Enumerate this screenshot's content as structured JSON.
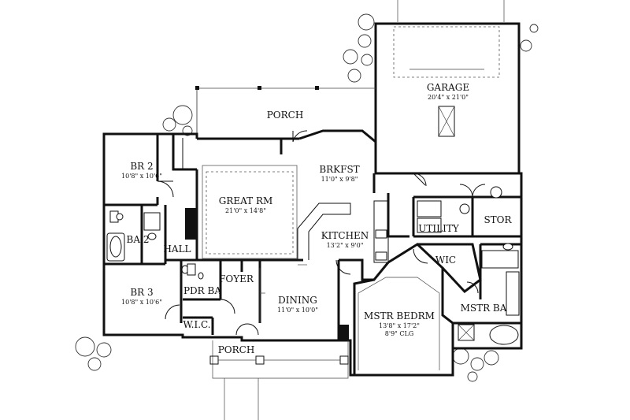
{
  "rooms": {
    "garage": {
      "name": "GARAGE",
      "dim": "20'4\" x 21'0\""
    },
    "porch_rear": {
      "name": "PORCH"
    },
    "br2": {
      "name": "BR 2",
      "dim": "10'8\" x 10'6\""
    },
    "great_rm": {
      "name": "GREAT RM",
      "dim": "21'0\" x 14'8\""
    },
    "brkfst": {
      "name": "BRKFST",
      "dim": "11'0\" x 9'8\""
    },
    "kitchen": {
      "name": "KITCHEN",
      "dim": "13'2\" x 9'0\""
    },
    "utility": {
      "name": "UTILITY"
    },
    "stor": {
      "name": "STOR"
    },
    "ba2": {
      "name": "BA 2"
    },
    "hall": {
      "name": "HALL"
    },
    "wic": {
      "name": "WIC"
    },
    "foyer": {
      "name": "FOYER"
    },
    "br3": {
      "name": "BR 3",
      "dim": "10'8\" x 10'6\""
    },
    "pdr_ba": {
      "name": "PDR BA"
    },
    "dining": {
      "name": "DINING",
      "dim": "11'0\" x 10'0\""
    },
    "mstr_bedrm": {
      "name": "MSTR BEDRM",
      "dim": "13'8\" x 17'2\"",
      "clg": "8'9\" CLG"
    },
    "mstr_ba": {
      "name": "MSTR BA"
    },
    "wic2": {
      "name": "W.I.C."
    },
    "porch_front": {
      "name": "PORCH"
    }
  }
}
